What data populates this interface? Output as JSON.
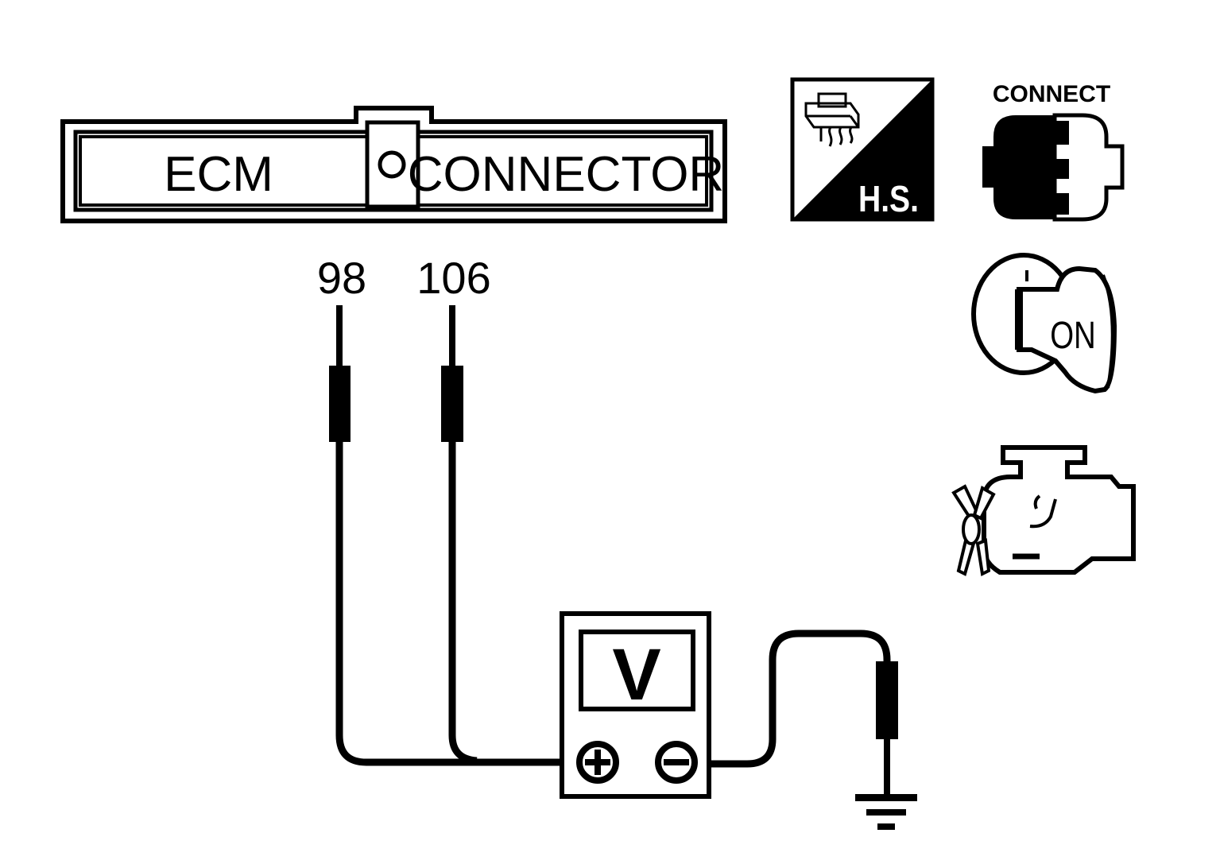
{
  "connector": {
    "left_label": "ECM",
    "right_label": "CONNECTOR"
  },
  "pins": [
    {
      "number": "98"
    },
    {
      "number": "106"
    }
  ],
  "meter": {
    "label": "V",
    "positive_symbol": "+",
    "negative_symbol": "−"
  },
  "icons": {
    "harness_side": {
      "label": "H.S.",
      "icon": "harness-side-icon"
    },
    "connect": {
      "label": "CONNECT",
      "icon": "connector-connect-icon"
    },
    "ignition": {
      "label": "ON",
      "icon": "ignition-switch-on-icon"
    },
    "engine": {
      "icon": "engine-icon"
    }
  },
  "colors": {
    "ink": "#000000",
    "paper": "#ffffff"
  }
}
